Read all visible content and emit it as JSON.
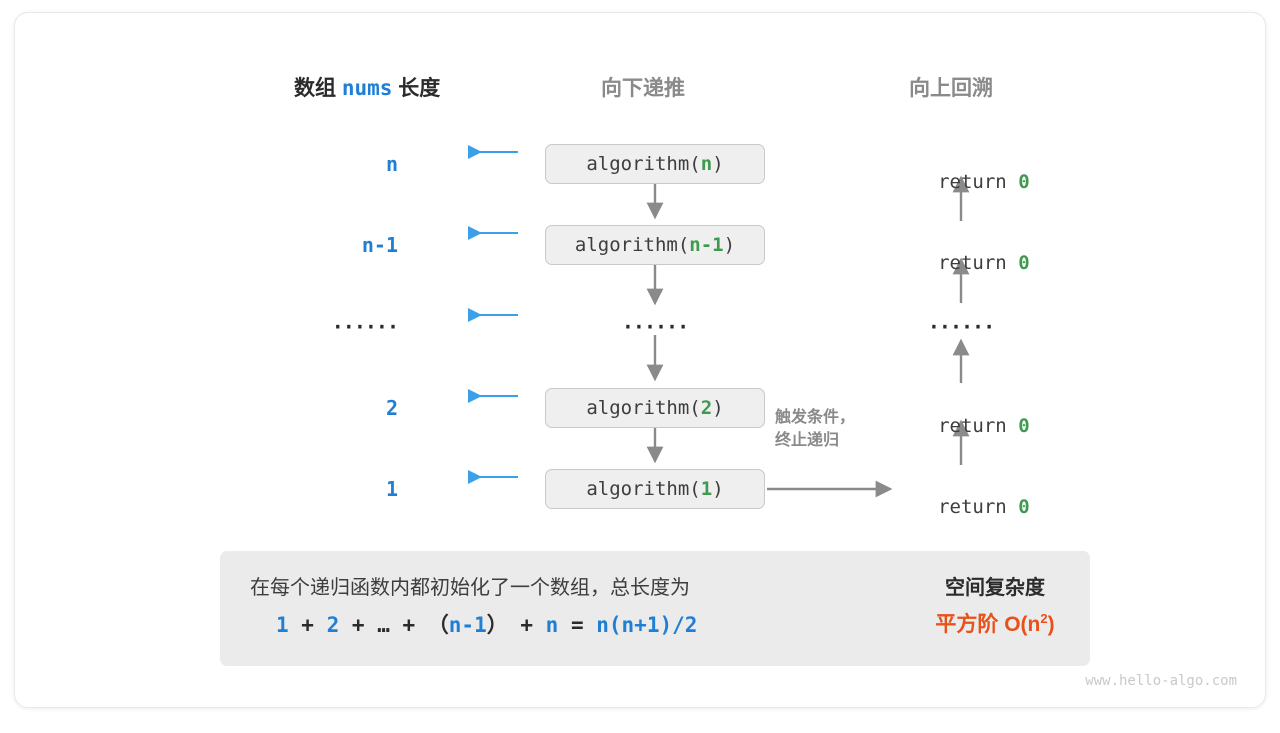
{
  "canvas": {
    "background": "#ffffff",
    "accent_blue": "#1f7fd4",
    "accent_green": "#3f9a50",
    "accent_orange": "#e8511a",
    "gray_text": "#8a8a8a",
    "box_fill": "#efefef",
    "panel_fill": "#ebebeb"
  },
  "headers": {
    "left_prefix": "数组 ",
    "left_mono": "nums",
    "left_suffix": " 长度",
    "middle": "向下递推",
    "right": "向上回溯"
  },
  "rows": [
    {
      "length": "n",
      "call_prefix": "algorithm(",
      "call_arg": "n",
      "call_suffix": ")",
      "return_text": "return ",
      "return_value": "0"
    },
    {
      "length": "n-1",
      "call_prefix": "algorithm(",
      "call_arg": "n-1",
      "call_suffix": ")",
      "return_text": "return ",
      "return_value": "0"
    },
    {
      "length": "······",
      "call_prefix": "",
      "call_arg": "",
      "call_suffix": "",
      "return_text": "······",
      "return_value": ""
    },
    {
      "length": "2",
      "call_prefix": "algorithm(",
      "call_arg": "2",
      "call_suffix": ")",
      "return_text": "return ",
      "return_value": "0"
    },
    {
      "length": "1",
      "call_prefix": "algorithm(",
      "call_arg": "1",
      "call_suffix": ")",
      "return_text": "return ",
      "return_value": "0"
    }
  ],
  "middle_dots": "······",
  "annotation": {
    "line1": "触发条件，",
    "line2": "终止递归"
  },
  "summary": {
    "description": "在每个递归函数内都初始化了一个数组，总长度为",
    "formula_parts": [
      {
        "text": "1",
        "blue": true
      },
      {
        "text": " + ",
        "blue": false
      },
      {
        "text": "2",
        "blue": true
      },
      {
        "text": " + ",
        "blue": false
      },
      {
        "text": "…",
        "blue": false
      },
      {
        "text": " + ",
        "blue": false
      },
      {
        "text": "（",
        "blue": false
      },
      {
        "text": "n-1",
        "blue": true
      },
      {
        "text": "）",
        "blue": false
      },
      {
        "text": " + ",
        "blue": false
      },
      {
        "text": "n",
        "blue": true
      },
      {
        "text": " = ",
        "blue": false
      },
      {
        "text": "n(n+1)/2",
        "blue": true
      }
    ],
    "title": "空间复杂度",
    "result_prefix": "平方阶 ",
    "result_notation": "O(n",
    "result_exponent": "2",
    "result_suffix": ")"
  },
  "watermark": "www.hello-algo.com"
}
